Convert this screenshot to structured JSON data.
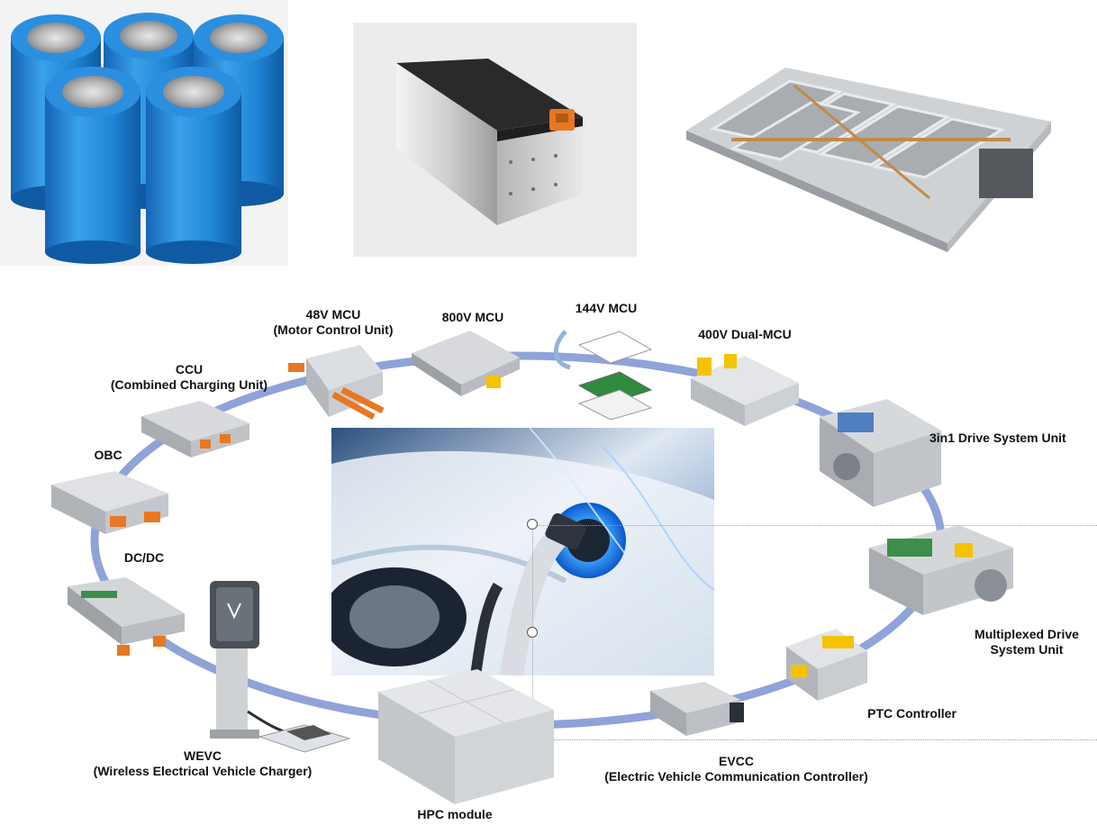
{
  "top_photos": [
    {
      "id": "cylindrical-cells"
    },
    {
      "id": "battery-module"
    },
    {
      "id": "battery-pack"
    }
  ],
  "center_photo": {
    "id": "ev-charging"
  },
  "components": {
    "mcu48": {
      "line1": "48V MCU",
      "line2": "(Motor Control Unit)"
    },
    "mcu800": {
      "line1": "800V MCU"
    },
    "mcu144": {
      "line1": "144V MCU"
    },
    "mcu400": {
      "line1": "400V Dual-MCU"
    },
    "ccu": {
      "line1": "CCU",
      "line2": "(Combined Charging Unit)"
    },
    "obc": {
      "line1": "OBC"
    },
    "dcdc": {
      "line1": "DC/DC"
    },
    "drive3in1": {
      "line1": "3in1 Drive System Unit"
    },
    "multiplexed": {
      "line1": "Multiplexed Drive",
      "line2": "System Unit"
    },
    "ptc": {
      "line1": "PTC Controller"
    },
    "evcc": {
      "line1": "EVCC",
      "line2": "(Electric Vehicle Communication Controller)"
    },
    "wevc": {
      "line1": "WEVC",
      "line2": "(Wireless Electrical Vehicle Charger)"
    },
    "hpc": {
      "line1": "HPC module"
    }
  },
  "colors": {
    "ring": "#8fa3d8",
    "cell_blue": "#1f86d6",
    "connector_orange": "#e87722",
    "housing_silver": "#d9dcdf"
  }
}
